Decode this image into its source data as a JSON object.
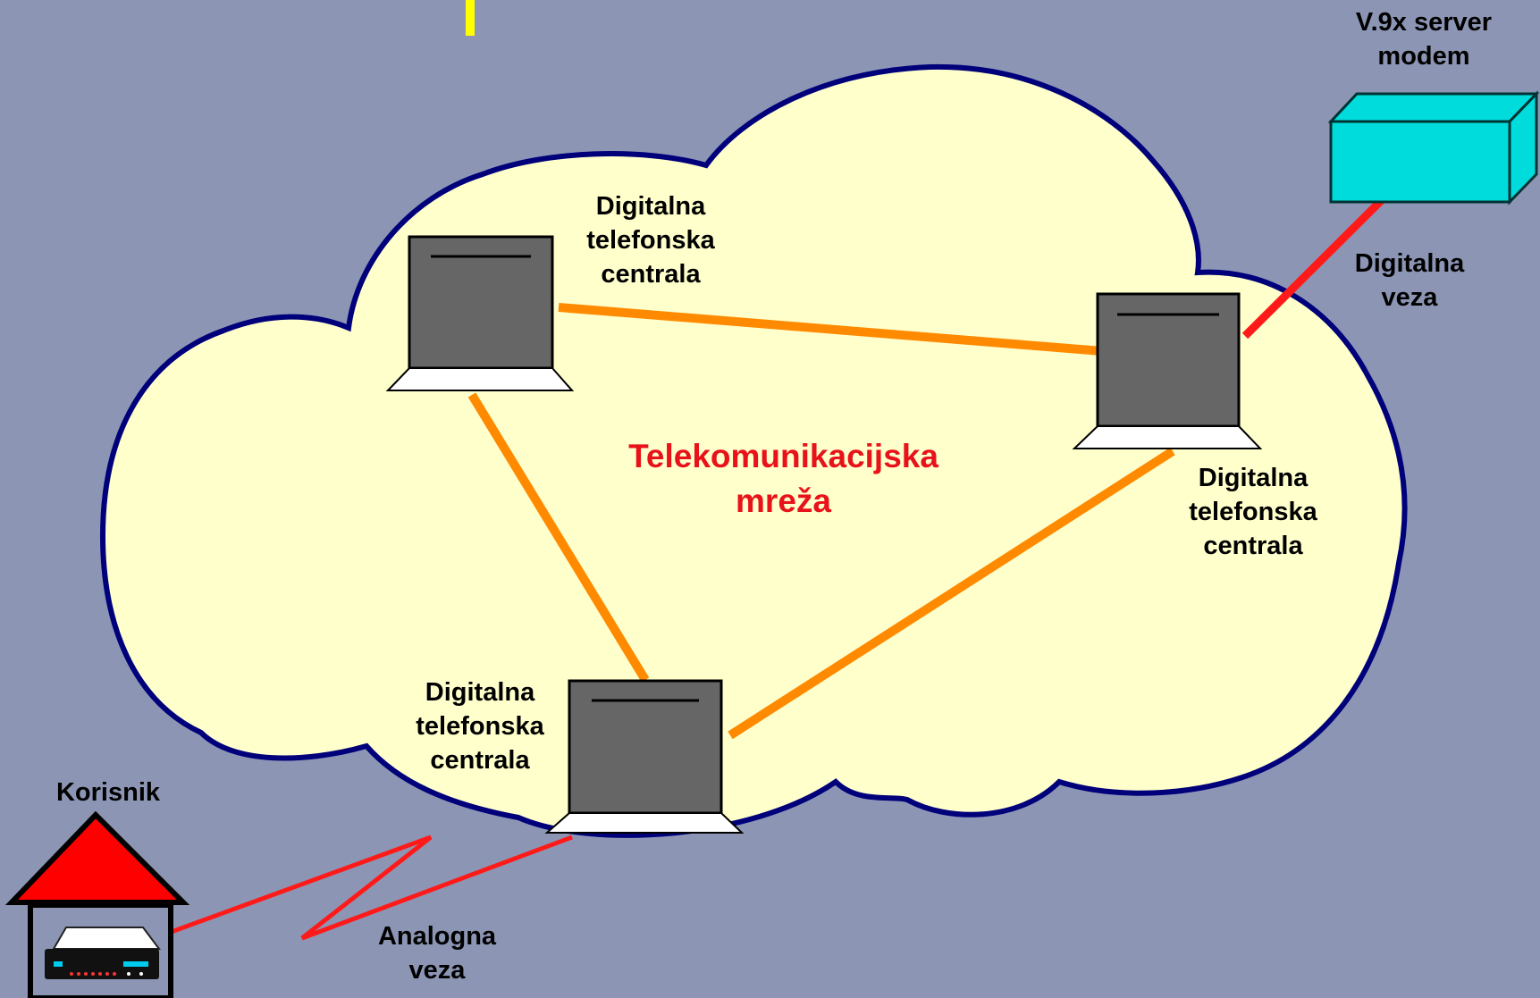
{
  "network": {
    "label_line1": "Telekomunikacijska",
    "label_line2": "mreža",
    "label_color": "#e8131a",
    "cloud_fill": "#ffffcc",
    "cloud_stroke": "#00007a"
  },
  "exchanges": [
    {
      "line1": "Digitalna",
      "line2": "telefonska",
      "line3": "centrala"
    },
    {
      "line1": "Digitalna",
      "line2": "telefonska",
      "line3": "centrala"
    },
    {
      "line1": "Digitalna",
      "line2": "telefonska",
      "line3": "centrala"
    }
  ],
  "server_modem": {
    "line1": "V.9x server",
    "line2": "modem",
    "color": "#00dcdc"
  },
  "digital_link": {
    "line1": "Digitalna",
    "line2": "veza",
    "color": "#ff1a1a"
  },
  "analog_link": {
    "line1": "Analogna",
    "line2": "veza",
    "color": "#ff1a1a"
  },
  "user": {
    "label": "Korisnik",
    "roof_color": "#ff0000"
  },
  "trunk_color": "#ff8a00",
  "background": "#8c96b4"
}
